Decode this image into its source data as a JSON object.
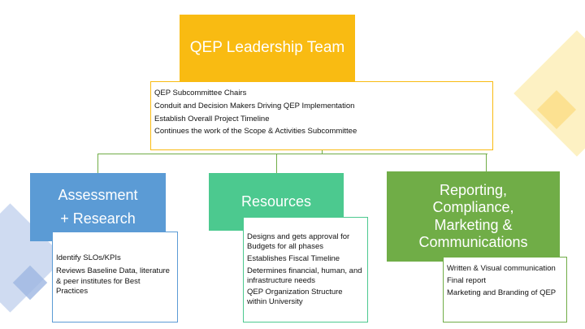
{
  "colors": {
    "leadership": "#f9bb12",
    "assessment": "#5b9bd5",
    "resources": "#4cc98f",
    "reporting": "#70ad47",
    "connector": "#70ad47",
    "deco_blue": "#b4c7e7",
    "deco_yellow": "#fde9a8"
  },
  "leadership": {
    "title_main": "QEP Leadership",
    "title_suffix": "Team",
    "items": [
      "QEP Subcommittee Chairs",
      "Conduit and Decision Makers  Driving QEP Implementation",
      "Establish Overall Project Timeline",
      "Continues the work of the Scope & Activities Subcommittee"
    ]
  },
  "assessment": {
    "title_line1": "Assessment",
    "title_line2": "+ Research",
    "items": [
      "Identify SLOs/KPIs",
      "Reviews Baseline Data, literature & peer institutes for Best Practices"
    ]
  },
  "resources": {
    "title": "Resources",
    "items": [
      "Designs and gets approval for Budgets for all phases",
      "Establishes Fiscal Timeline",
      "Determines financial, human, and infrastructure needs",
      "QEP Organization Structure within University"
    ]
  },
  "reporting": {
    "title_line1": "Reporting,",
    "title_line2": "Compliance,",
    "title_line3": "Marketing &",
    "title_line4": "Communications",
    "items": [
      "Written & Visual communication",
      "Final report",
      "Marketing and Branding of QEP"
    ]
  }
}
